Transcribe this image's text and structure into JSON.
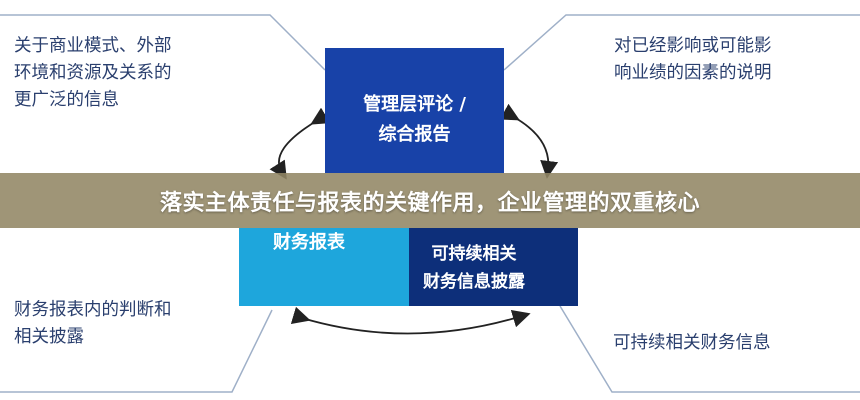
{
  "notes": {
    "top_left": "关于商业模式、外部\n环境和资源及关系的\n更广泛的信息",
    "top_right": "对已经影响或可能影\n响业绩的因素的说明",
    "bottom_left": "财务报表内的判断和\n相关披露",
    "bottom_right": "可持续相关财务信息"
  },
  "boxes": {
    "top": "管理层评论 /\n综合报告",
    "left": "财务报表",
    "right": "可持续相关\n财务信息披露"
  },
  "banner": "落实主体责任与报表的关键作用，企业管理的双重核心",
  "colors": {
    "top_box": "#1842a8",
    "left_box": "#1ea6dc",
    "right_box": "#0d2f7a",
    "note_text": "#2a3f6e",
    "connector": "#9fb0c8"
  }
}
